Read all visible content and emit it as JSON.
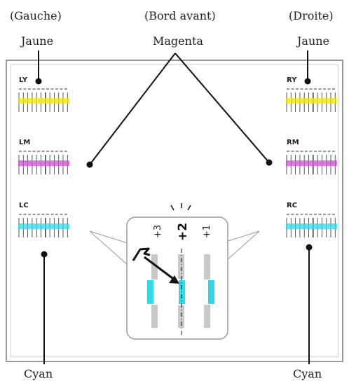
{
  "labels": {
    "left_top": "(Gauche)",
    "left_color": "Jaune",
    "center_top": "(Bord avant)",
    "center_color": "Magenta",
    "right_top": "(Droite)",
    "right_color": "Jaune",
    "bottom_left": "Cyan",
    "bottom_right": "Cyan"
  },
  "patterns": {
    "ly": "LY",
    "lm": "LM",
    "lc": "LC",
    "ry": "RY",
    "rm": "RM",
    "rc": "RC"
  },
  "zoom": {
    "values": [
      "+3",
      "+2",
      "+1"
    ]
  },
  "colors": {
    "yellow": "#f2e600",
    "magenta": "#d24bd2",
    "cyan": "#33d7e8",
    "line": "#111111",
    "grey": "#c8c8c8"
  }
}
